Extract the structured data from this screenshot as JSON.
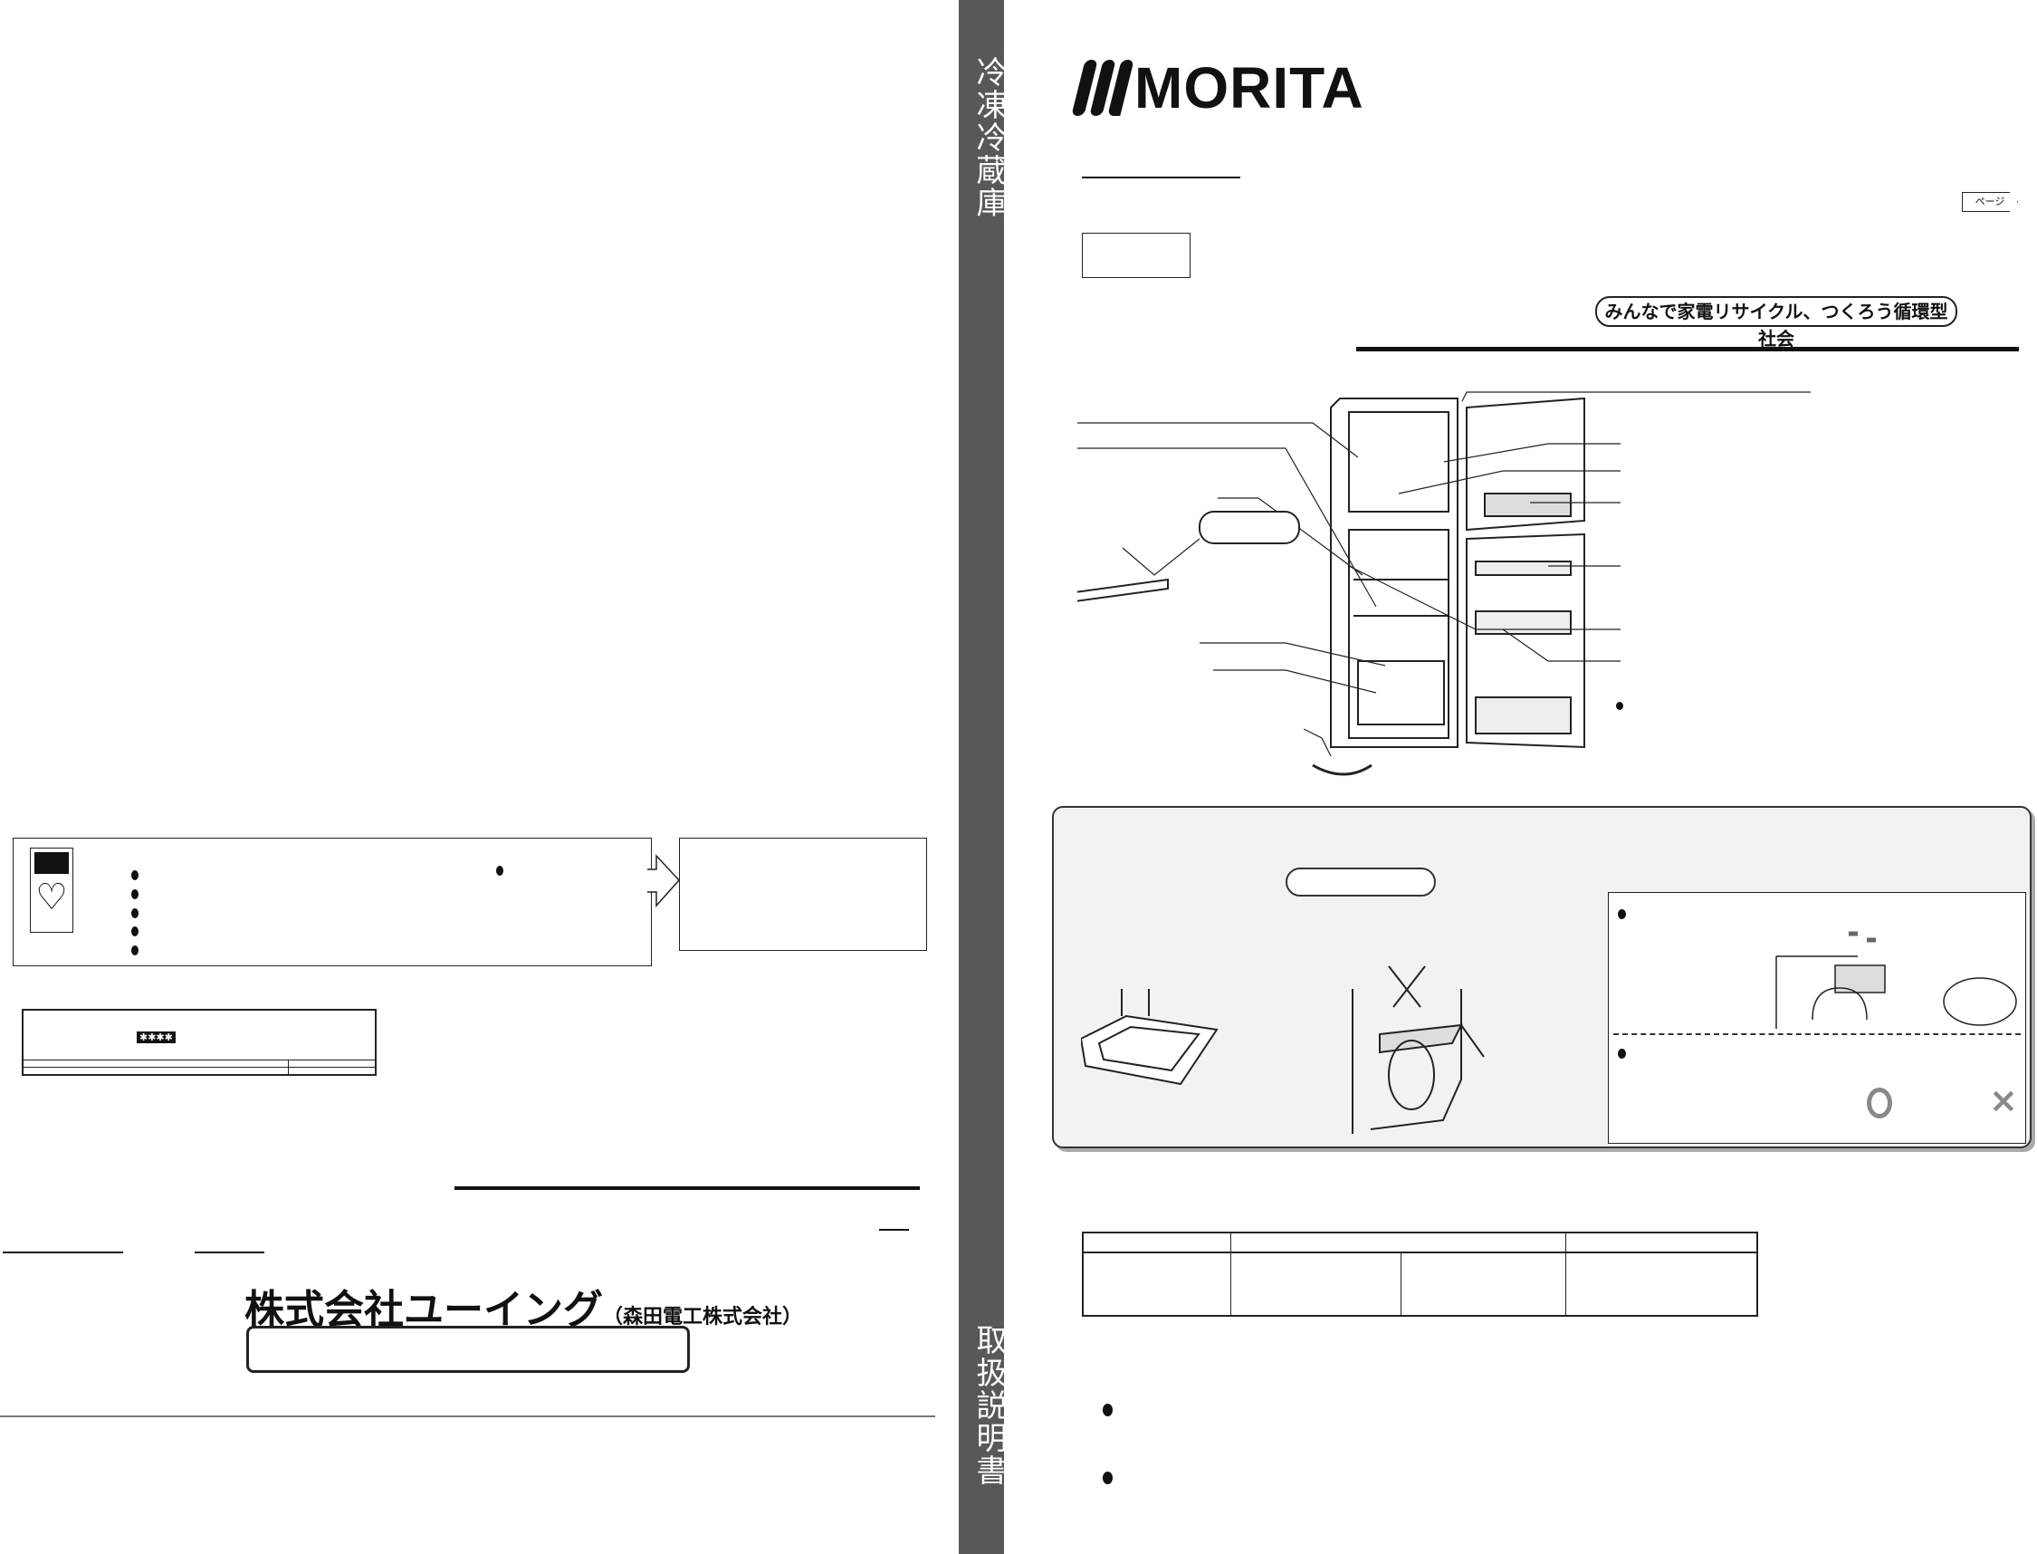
{
  "spine": {
    "top_title": "冷凍冷蔵庫",
    "bottom_title": "取扱説明書",
    "color": "#595757"
  },
  "brand": {
    "logo_text": "MORITA"
  },
  "header": {
    "page_ref_label": "ページ",
    "recycle_slogan": "みんなで家電リサイクル、つくろう循環型社会"
  },
  "left_page": {
    "company_name": "株式会社ユーイング",
    "company_parent": "（森田電工株式会社）",
    "freezer_rating_icon": "star-freezer-icon"
  },
  "icons": [
    "heart-plug-icon",
    "star-freezer-icon",
    "correct-circle-icon",
    "wrong-x-icon",
    "page-arrow-icon"
  ],
  "colors": {
    "panel_bg": "#f2f2f2",
    "ink": "#111111"
  }
}
